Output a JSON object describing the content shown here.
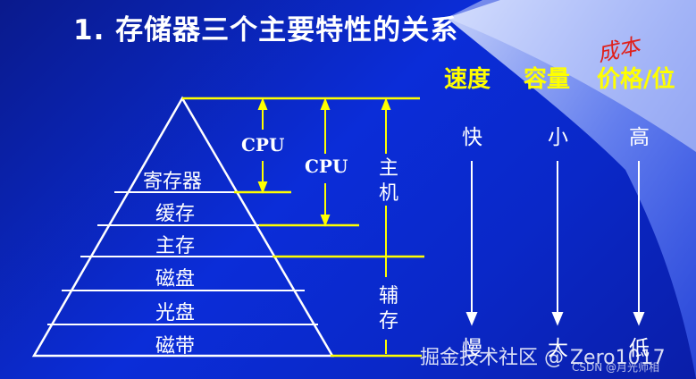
{
  "title": "1. 存储器三个主要特性的关系",
  "headers": {
    "speed": "速度",
    "capacity": "容量",
    "price": "价格/位"
  },
  "handwritten_note": "成本",
  "speed": {
    "top": "快",
    "bottom": "慢"
  },
  "capacity": {
    "top": "小",
    "bottom": "大"
  },
  "price": {
    "top": "高",
    "bottom": "低"
  },
  "pyramid_layers": [
    "寄存器",
    "缓存",
    "主存",
    "磁盘",
    "光盘",
    "磁带"
  ],
  "cpu_labels": [
    "CPU",
    "CPU"
  ],
  "main_memory_label": "主机",
  "aux_memory_label": "辅存",
  "watermark": "掘金技术社区 @ Zero1017",
  "watermark_small": "CSDN @月光师相",
  "colors": {
    "background": "#0b2dd8",
    "accent": "#ffff00",
    "handwriting": "#e0201a",
    "text": "#ffffff"
  }
}
